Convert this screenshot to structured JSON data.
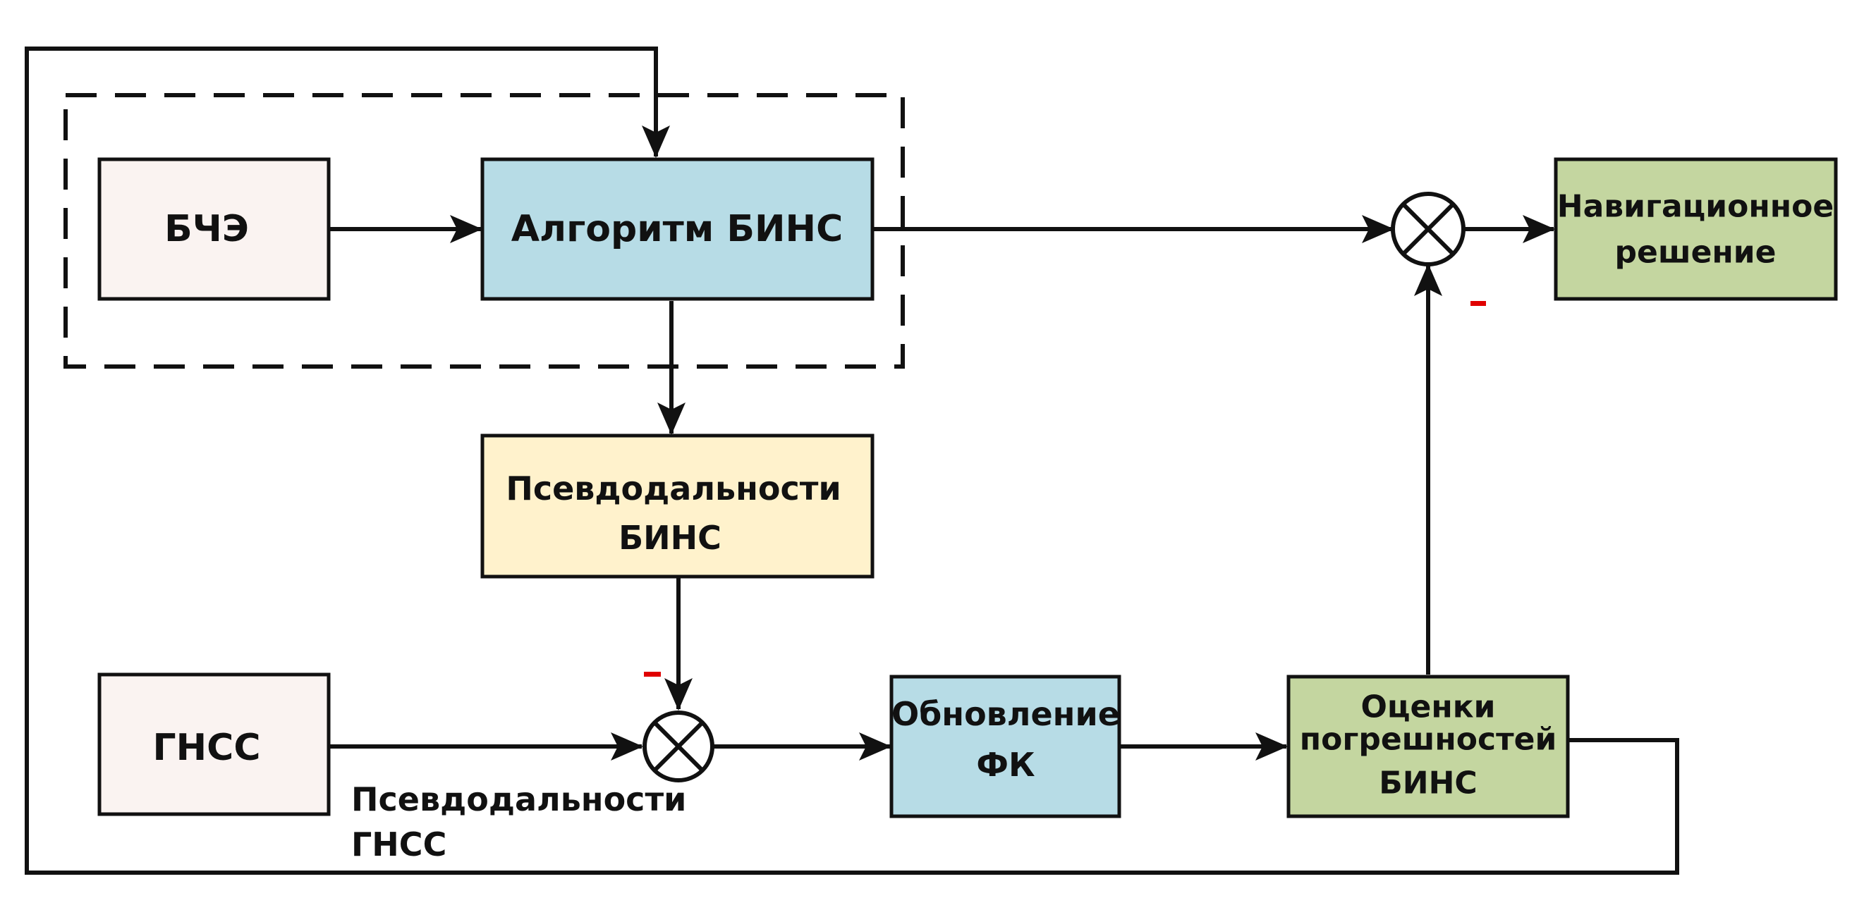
{
  "colors": {
    "stroke": "#111111",
    "minus": "#e00000",
    "pink_fill": "#faf3f1",
    "blue_fill": "#b7dce6",
    "yellow_fill": "#fff2cc",
    "green_fill": "#c4d6a0"
  },
  "blocks": {
    "bche": {
      "lines": [
        "БЧЭ"
      ]
    },
    "algorithm": {
      "lines": [
        "Алгоритм БИНС"
      ]
    },
    "navigation": {
      "lines": [
        "Навигационное",
        "решение"
      ]
    },
    "pseudoranges_bins": {
      "lines": [
        "Псевдодальности",
        "БИНС"
      ]
    },
    "gnss": {
      "lines": [
        "ГНСС"
      ]
    },
    "filter_update": {
      "lines": [
        "Обновление",
        "ФК"
      ]
    },
    "error_estimates": {
      "lines": [
        "Оценки",
        "погрешностей",
        "БИНС"
      ]
    }
  },
  "labels": {
    "pseudoranges_gnss_line1": "Псевдодальности",
    "pseudoranges_gnss_line2": "ГНСС",
    "minus_top": "–",
    "minus_bottom": "–"
  }
}
